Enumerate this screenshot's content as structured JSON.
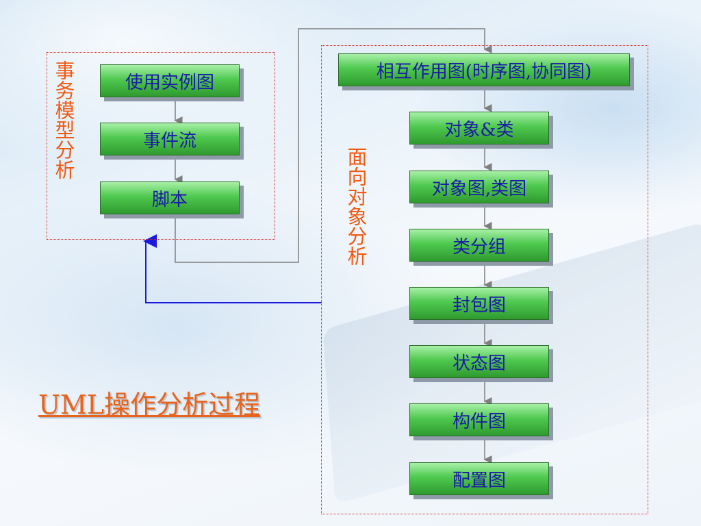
{
  "left_group": {
    "label": "事务模型分析",
    "steps": [
      "使用实例图",
      "事件流",
      "脚本"
    ]
  },
  "right_group": {
    "label": "面向对象分析",
    "steps": [
      "相互作用图(时序图,协同图)",
      "对象&类",
      "对象图,类图",
      "类分组",
      "封包图",
      "状态图",
      "构件图",
      "配置图"
    ]
  },
  "title": "UML操作分析过程",
  "colors": {
    "box_text": "#1a1aa8",
    "label_text": "#f05a12",
    "frame_border": "#d9201b",
    "connector": "#7f7f7f",
    "feedback_arrow": "#1a1adf"
  }
}
